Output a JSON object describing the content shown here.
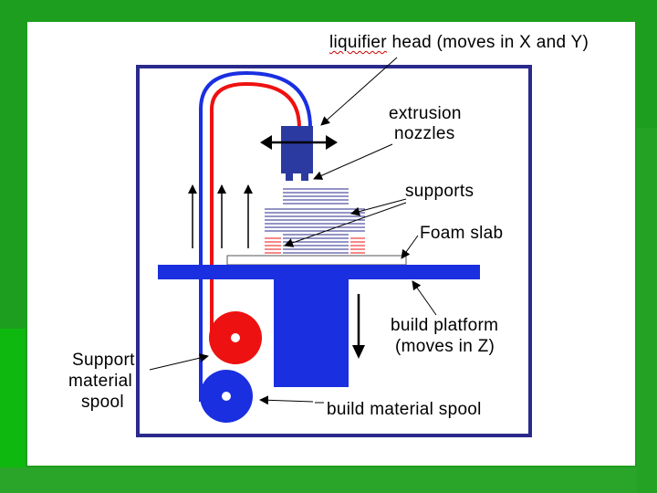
{
  "labels": {
    "liquifier_word": "liquifier",
    "liquifier_rest": " head (moves in X and Y)",
    "extrusion_1": "extrusion",
    "extrusion_2": "nozzles",
    "supports": "supports",
    "foam_slab": "Foam slab",
    "build_platform_1": "build platform",
    "build_platform_2": "(moves in Z)",
    "support_spool_1": "Support",
    "support_spool_2": "material",
    "support_spool_3": "spool",
    "build_spool": "build material spool"
  },
  "colors": {
    "background_green": "#1e9e1e",
    "frame_navy": "#2a2a8c",
    "platform_blue": "#1a2fe0",
    "nozzle_navy": "#2a3aa0",
    "support_red": "#ee1111",
    "build_blue": "#1a2fe0"
  }
}
